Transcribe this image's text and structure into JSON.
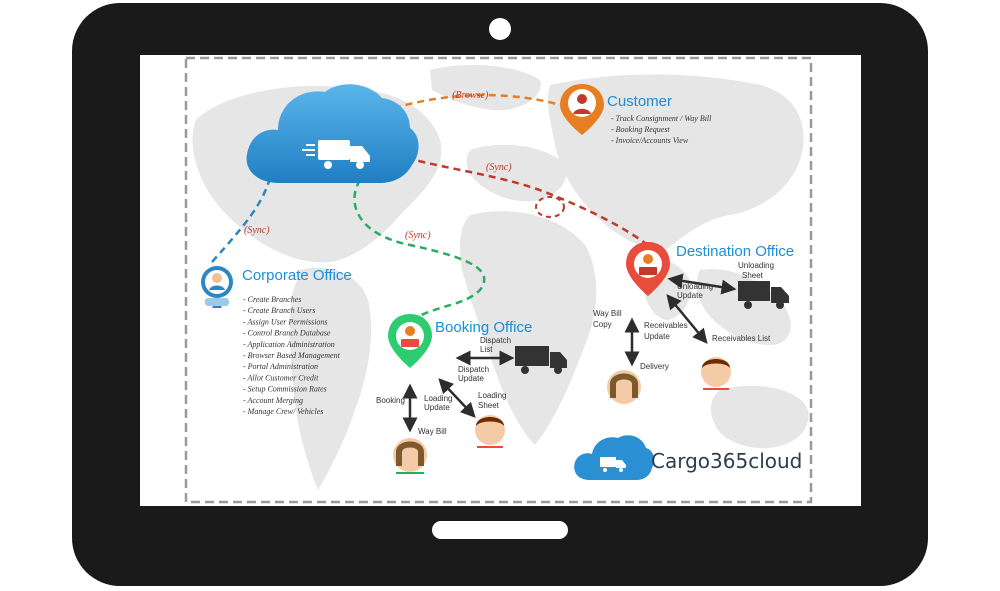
{
  "brand": {
    "name": "Cargo365cloud"
  },
  "connections": {
    "browse": "(Browse)",
    "sync_destination": "(Sync)",
    "sync_booking": "(Sync)",
    "sync_corporate": "(Sync)"
  },
  "customer": {
    "title": "Customer",
    "items": [
      "Track Consignment / Way Bill",
      "Booking Request",
      "Invoice/Accounts View"
    ]
  },
  "corporate": {
    "title": "Corporate Office",
    "items": [
      "Create Branches",
      "Create Branch Users",
      "Assign User Permissions",
      "Control Branch Database",
      "Application Administration",
      "Browser Based Management",
      "Portal Administration",
      "Allot Customer Credit",
      "Setup Commission Rates",
      "Account Merging",
      "Manage Crew/ Vehicles"
    ]
  },
  "booking": {
    "title": "Booking Office",
    "labels": {
      "dispatch_list_1": "Dispatch",
      "dispatch_list_2": "List",
      "dispatch_update_1": "Dispatch",
      "dispatch_update_2": "Update",
      "booking": "Booking",
      "loading_update_1": "Loading",
      "loading_update_2": "Update",
      "loading_sheet_1": "Loading",
      "loading_sheet_2": "Sheet",
      "way_bill": "Way Bill"
    }
  },
  "destination": {
    "title": "Destination Office",
    "labels": {
      "unloading_sheet_1": "Unloading",
      "unloading_sheet_2": "Sheet",
      "unloading_update_1": "Unloading",
      "unloading_update_2": "Update",
      "way_bill_copy_1": "Way Bill",
      "way_bill_copy_2": "Copy",
      "receivables_update_1": "Receivables",
      "receivables_update_2": "Update",
      "receivables_list": "Receivables List",
      "delivery": "Delivery"
    }
  },
  "colors": {
    "frame": "#1a1a1a",
    "cloud": "#2b8fd4",
    "browse_line": "#e67e22",
    "sync_red": "#c0392b",
    "sync_green": "#27ae60",
    "sync_blue": "#2e86c1",
    "title_blue": "#1a8fd6"
  }
}
